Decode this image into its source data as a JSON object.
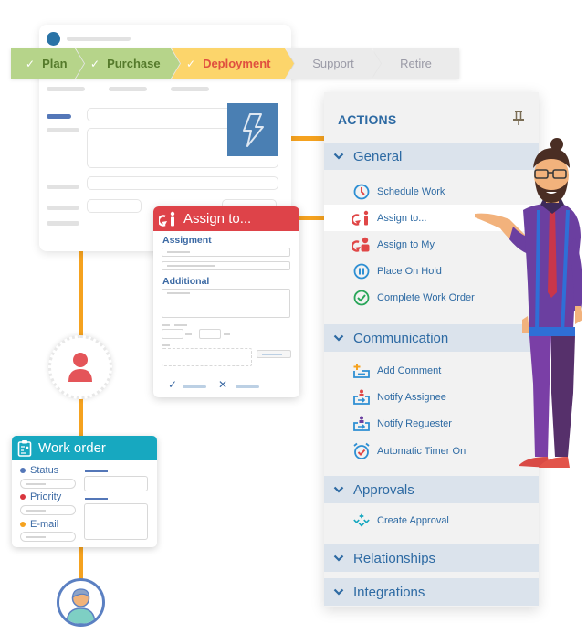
{
  "pipeline": {
    "stages": [
      {
        "label": "Plan",
        "state": "done",
        "check": "✓"
      },
      {
        "label": "Purchase",
        "state": "done",
        "check": "✓"
      },
      {
        "label": "Deployment",
        "state": "active",
        "check": "✓"
      },
      {
        "label": "Support",
        "state": "todo"
      },
      {
        "label": "Retire",
        "state": "todo"
      }
    ],
    "colors": {
      "done": "#b6d48a",
      "active": "#fcd56b",
      "todo": "#ebebeb"
    }
  },
  "trigger": {
    "icon": "lightning-icon",
    "color": "#4a7fb3"
  },
  "assign_card": {
    "title": "Assign to...",
    "icon": "assign-person-icon",
    "sections": [
      "Assigment",
      "Additional"
    ],
    "confirm_icon": "✓",
    "cancel_icon": "✕",
    "header_color": "#de4349"
  },
  "work_order_card": {
    "title": "Work order",
    "icon": "clipboard-icon",
    "fields": [
      {
        "label": "Status",
        "color": "#5477b8"
      },
      {
        "label": "Priority",
        "color": "#d9363e"
      },
      {
        "label": "E-mail",
        "color": "#f5a21f"
      }
    ],
    "header_color": "#17a8c0"
  },
  "actions_panel": {
    "title": "ACTIONS",
    "pin_icon": "pin-icon",
    "groups": [
      {
        "label": "General",
        "items": [
          {
            "label": "Schedule Work",
            "icon": "clock-icon"
          },
          {
            "label": "Assign to...",
            "icon": "assign-person-icon",
            "highlighted": true
          },
          {
            "label": "Assign to My",
            "icon": "assign-me-icon"
          },
          {
            "label": "Place On Hold",
            "icon": "pause-icon"
          },
          {
            "label": "Complete Work Order",
            "icon": "check-circle-icon"
          }
        ]
      },
      {
        "label": "Communication",
        "items": [
          {
            "label": "Add Comment",
            "icon": "add-comment-icon"
          },
          {
            "label": "Notify Assignee",
            "icon": "notify-assignee-icon"
          },
          {
            "label": "Notify Reguester",
            "icon": "notify-requester-icon"
          },
          {
            "label": "Automatic Timer On",
            "icon": "alarm-clock-icon"
          }
        ]
      },
      {
        "label": "Approvals",
        "items": [
          {
            "label": "Create Approval",
            "icon": "approval-icon"
          }
        ]
      },
      {
        "label": "Relationships",
        "items": []
      },
      {
        "label": "Integrations",
        "items": []
      }
    ]
  },
  "colors": {
    "wire": "#f5a21f",
    "text_blue": "#2d6aa3",
    "group_bg": "#dbe3ec",
    "panel_bg": "#f2f2f2"
  }
}
